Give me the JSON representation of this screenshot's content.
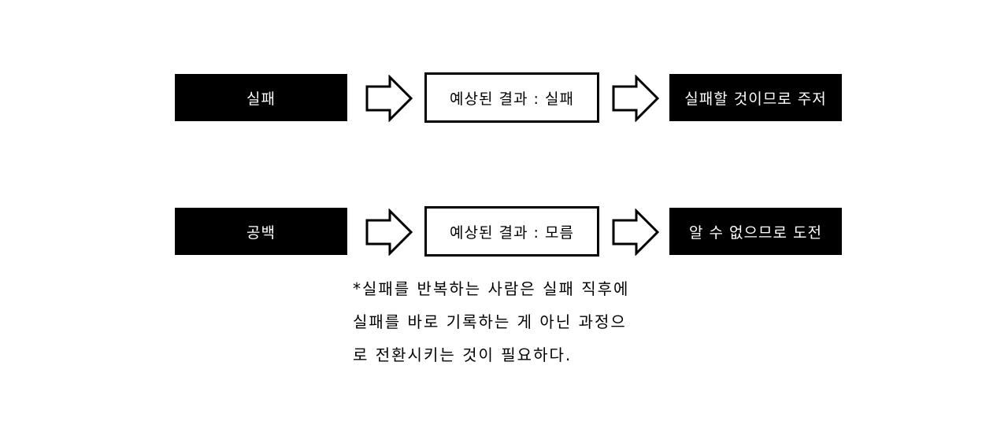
{
  "rows": [
    {
      "start": "실패",
      "middle": "예상된 결과 : 실패",
      "end": "실패할 것이므로 주저"
    },
    {
      "start": "공백",
      "middle": "예상된 결과 : 모름",
      "end": "알 수 없으므로 도전"
    }
  ],
  "note": {
    "lines": [
      "*실패를 반복하는 사람은 실패 직후에",
      "실패를 바로 기록하는 게 아닌 과정으",
      "로 전환시키는 것이 필요하다."
    ]
  }
}
